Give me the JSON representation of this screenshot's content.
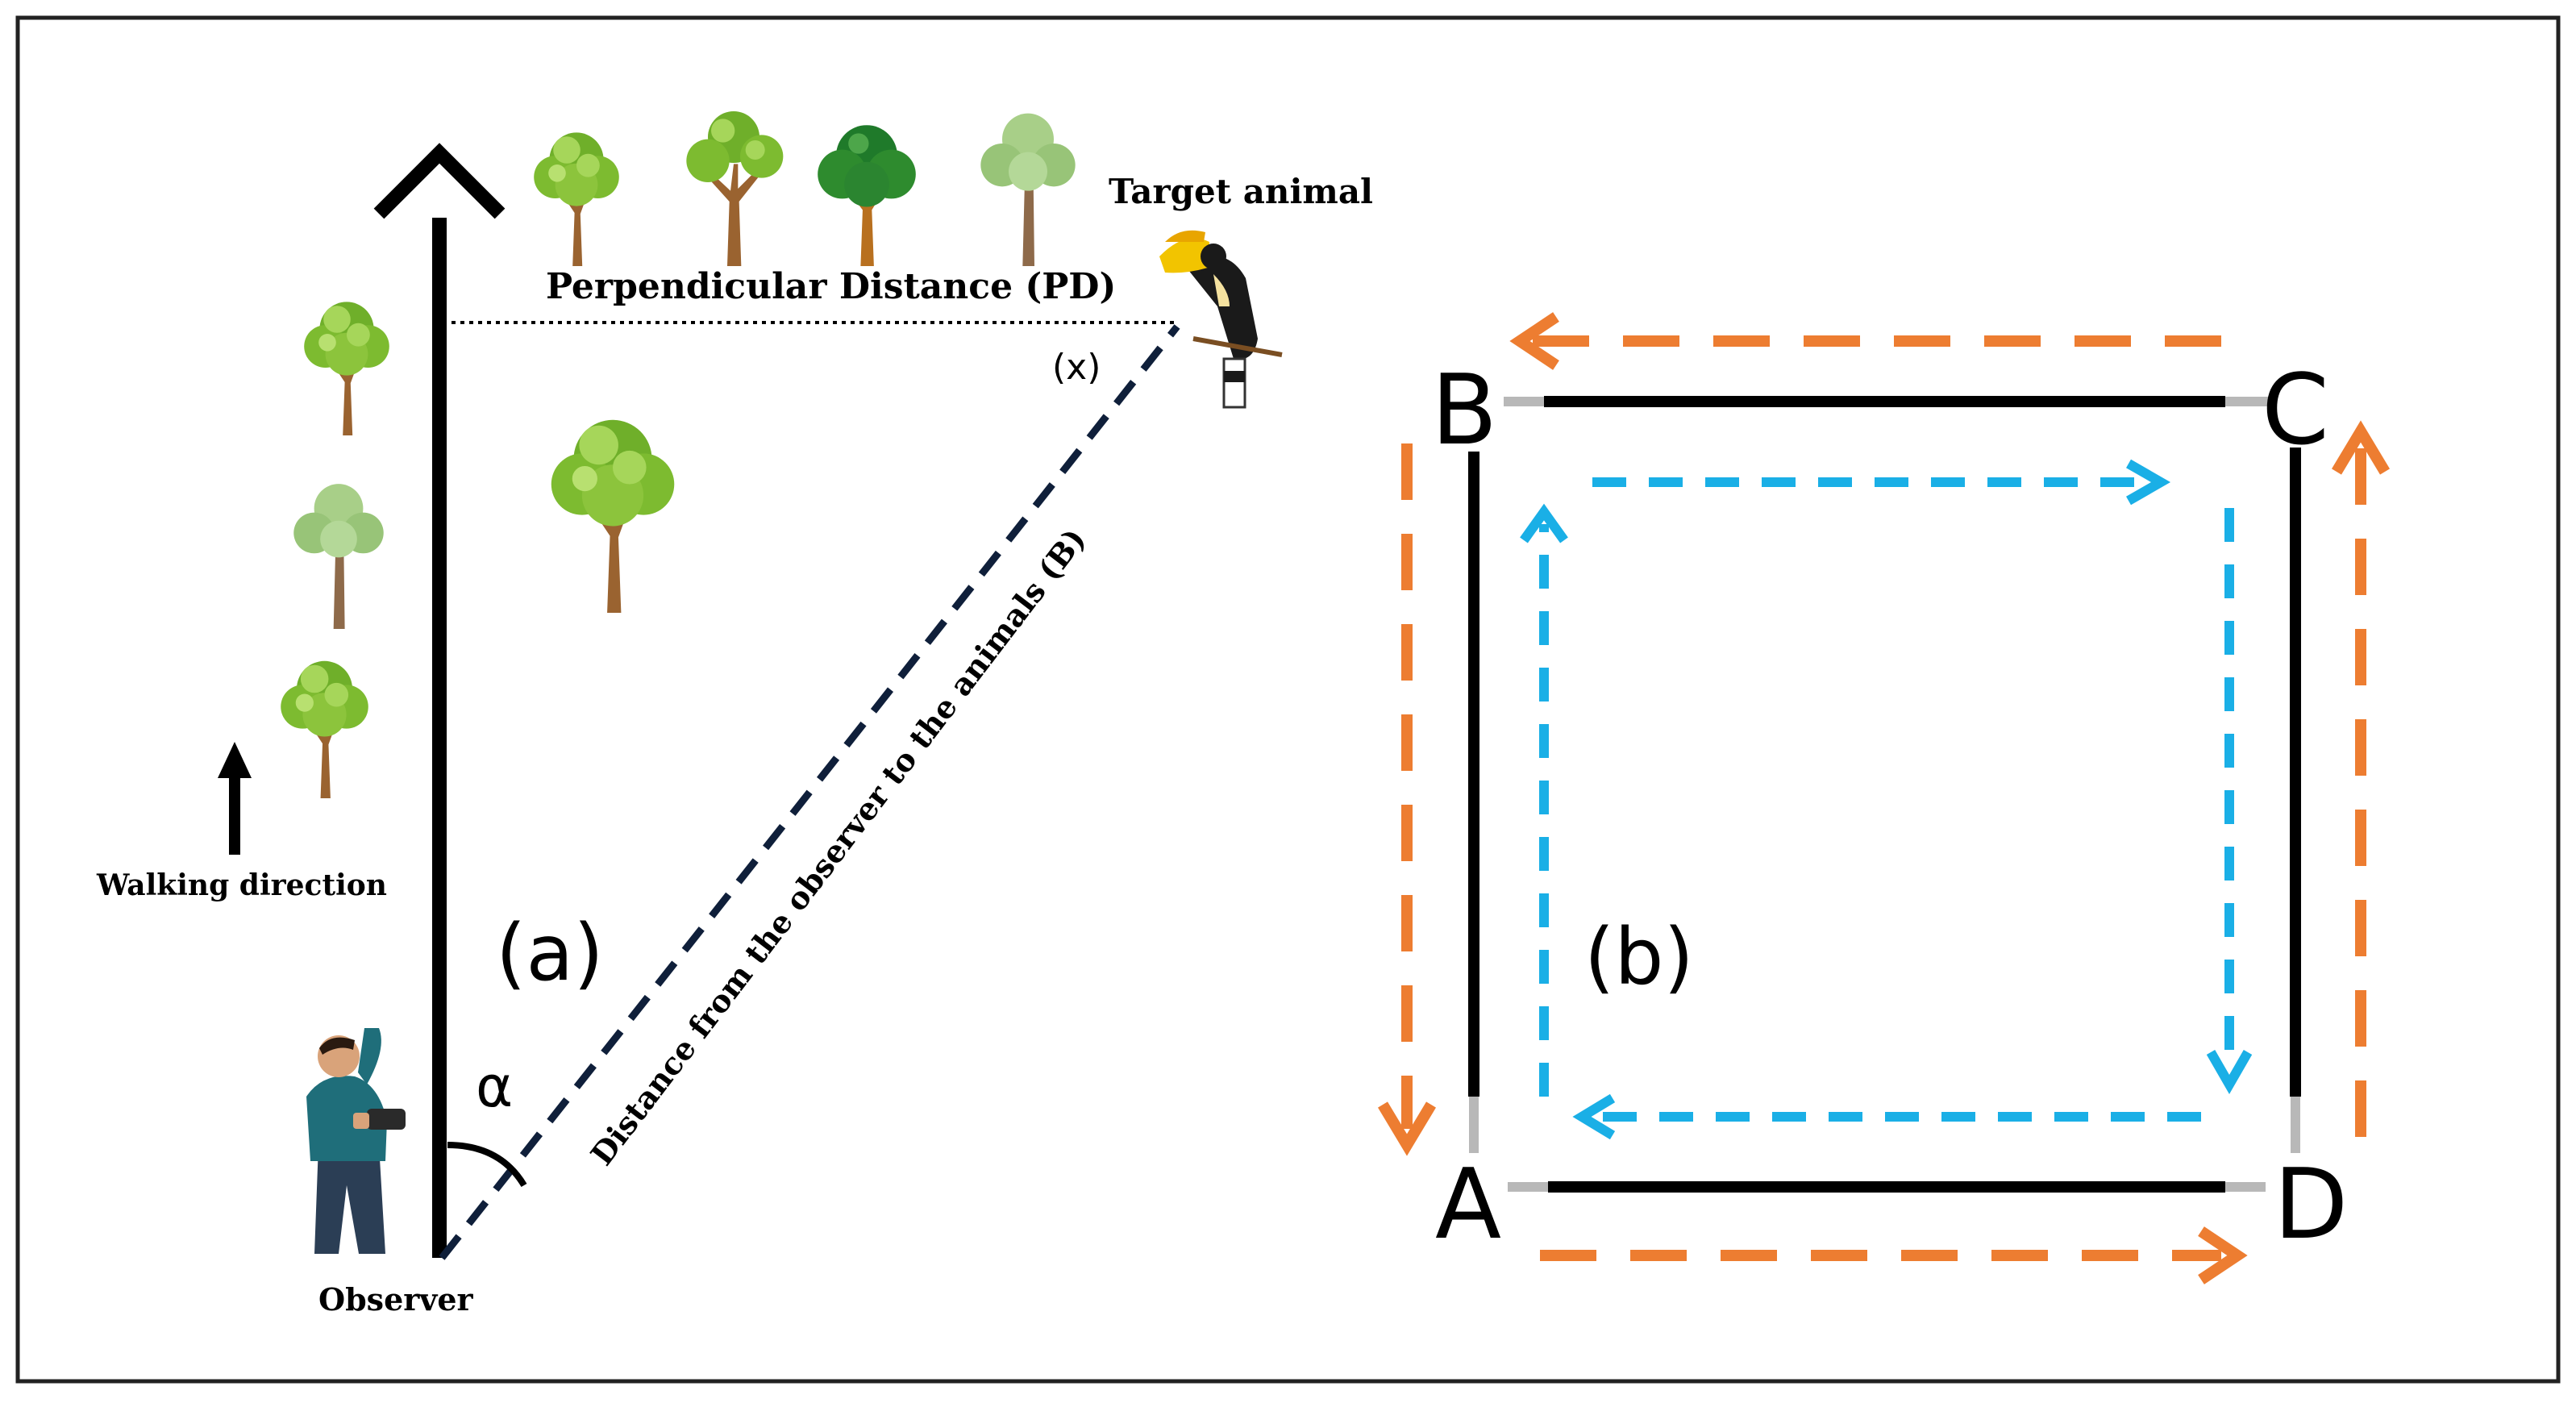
{
  "panel_a": {
    "label": "(a)",
    "target_label": "Target animal",
    "pd_label": "Perpendicular Distance (PD)",
    "x_label": "(x)",
    "distance_label": "Distance from the observer to the animals (B)",
    "alpha_label": "α",
    "walking_label": "Walking direction",
    "observer_label": "Observer"
  },
  "panel_b": {
    "label": "(b)",
    "corners": {
      "a": "A",
      "b": "B",
      "c": "C",
      "d": "D"
    }
  },
  "colors": {
    "orange_route": "#ED7D31",
    "blue_route": "#1AAFE6",
    "square": "#000000",
    "tree_leaf_light": "#8CC43C",
    "tree_leaf_dark": "#2E8B2E",
    "tree_leaf_pale": "#A8CF88",
    "trunk": "#9A6330"
  },
  "icons": [
    "tree-icon",
    "hornbill-icon",
    "observer-person-icon",
    "walking-arrow-icon"
  ]
}
